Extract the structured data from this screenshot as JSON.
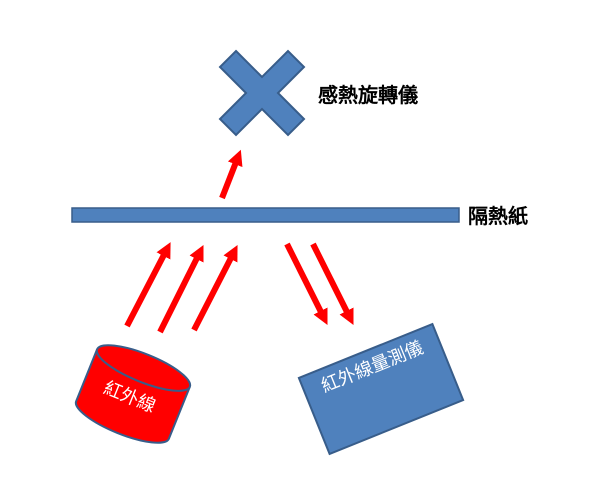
{
  "diagram": {
    "labels": {
      "radiometer": "感熱旋轉儀",
      "insulation_paper": "隔熱紙",
      "ir_source": "紅外線",
      "ir_meter": "紅外線量測儀"
    },
    "colors": {
      "shape_fill": "#4f81bd",
      "shape_stroke": "#385d8a",
      "arrow": "#ff0000",
      "cylinder_fill": "#ff0000",
      "cylinder_stroke": "#385d8a",
      "label_text": "#000000",
      "inner_text": "#ffffff"
    },
    "icons": {
      "radiometer": "x-shape-icon",
      "ir_source": "cylinder-icon",
      "ir_meter": "rectangle-icon"
    }
  }
}
